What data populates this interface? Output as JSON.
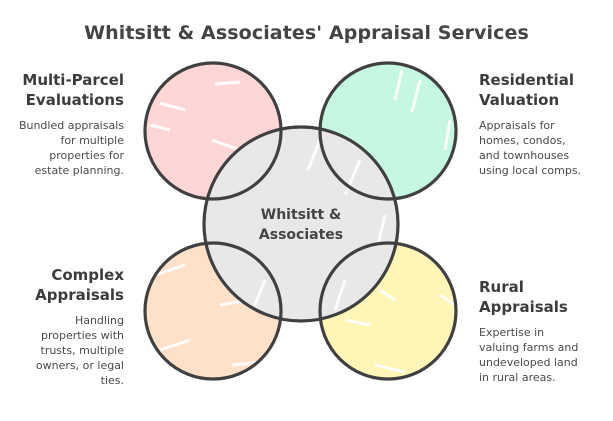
{
  "title": "Whitsitt & Associates' Appraisal Services",
  "center": {
    "label_line1": "Whitsitt &",
    "label_line2": "Associates",
    "color": "#e8e8e8"
  },
  "outline_color": "#404040",
  "services": [
    {
      "id": "multi-parcel",
      "heading_line1": "Multi-Parcel",
      "heading_line2": "Evaluations",
      "desc_lines": [
        "Bundled appraisals",
        "for multiple",
        "properties for",
        "estate planning."
      ],
      "color": "#ffd6d6"
    },
    {
      "id": "residential",
      "heading_line1": "Residential",
      "heading_line2": "Valuation",
      "desc_lines": [
        "Appraisals for",
        "homes, condos,",
        "and townhouses",
        "using local comps."
      ],
      "color": "#c6f7e2"
    },
    {
      "id": "complex",
      "heading_line1": "Complex",
      "heading_line2": "Appraisals",
      "desc_lines": [
        "Handling",
        "properties with",
        "trusts, multiple",
        "owners, or legal",
        "ties."
      ],
      "color": "#ffe0c8"
    },
    {
      "id": "rural",
      "heading_line1": "Rural",
      "heading_line2": "Appraisals",
      "desc_lines": [
        "Expertise in",
        "valuing farms and",
        "undeveloped land",
        "in rural areas."
      ],
      "color": "#fff6b8"
    }
  ]
}
